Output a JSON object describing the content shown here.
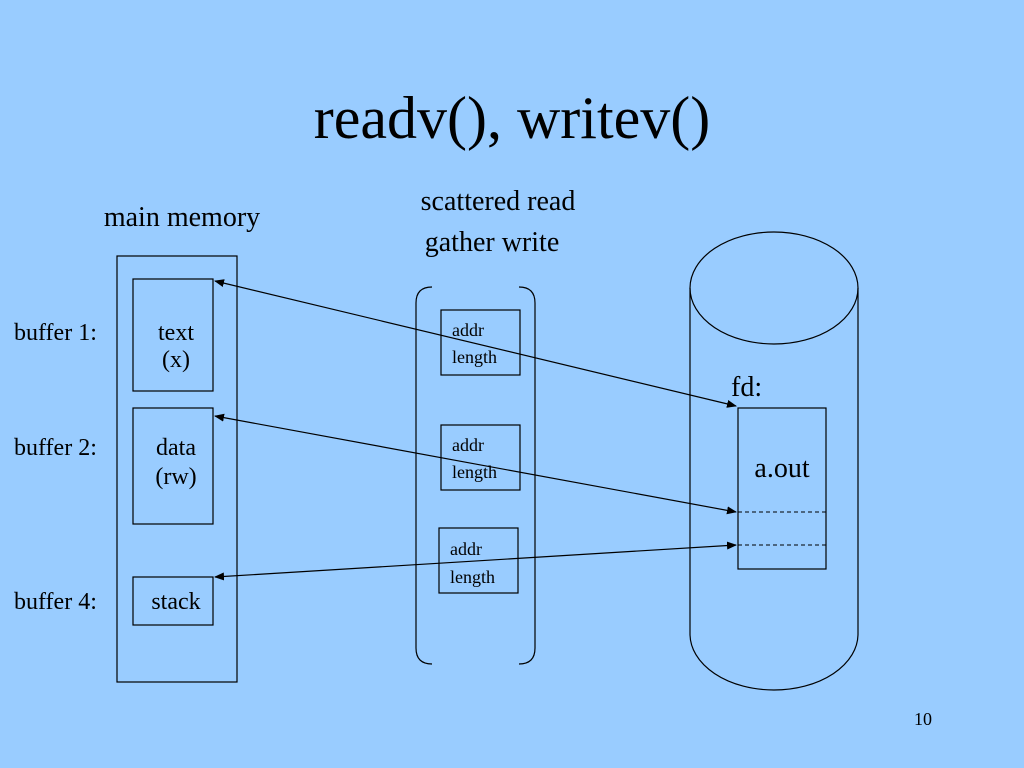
{
  "slide": {
    "title": "readv(), writev()",
    "page_number": "10"
  },
  "memory": {
    "heading": "main memory",
    "buffers": [
      {
        "label": "buffer 1:",
        "content_line1": "text",
        "content_line2": "(x)"
      },
      {
        "label": "buffer 2:",
        "content_line1": "data",
        "content_line2": "(rw)"
      },
      {
        "label": "buffer 4:",
        "content_line1": "stack",
        "content_line2": ""
      }
    ]
  },
  "iovec": {
    "heading_line1": "scattered read",
    "heading_line2": "gather write",
    "entries": [
      {
        "field1": "addr",
        "field2": "length"
      },
      {
        "field1": "addr",
        "field2": "length"
      },
      {
        "field1": "addr",
        "field2": "length"
      }
    ]
  },
  "file": {
    "fd_label": "fd:",
    "file_name": "a.out"
  }
}
